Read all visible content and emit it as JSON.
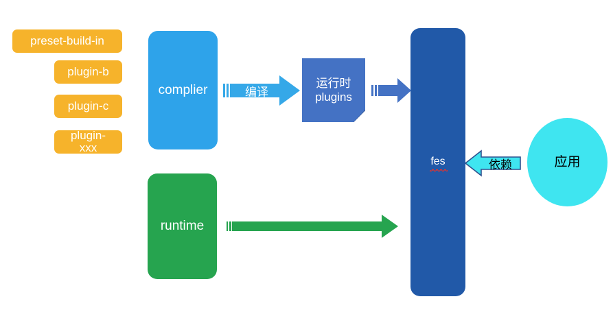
{
  "diagram": {
    "title": "fes architecture diagram",
    "colors": {
      "chip_orange": "#F6B32B",
      "complier_blue": "#2EA3EA",
      "runtime_green": "#26A44F",
      "fes_blue": "#2159A8",
      "plugins_blue": "#4472C4",
      "plugins_fold": "#2F528F",
      "ellipse_cyan": "#3FE5F0",
      "arrow_compile": "#35A8E8",
      "arrow_plugins": "#4472C4",
      "arrow_runtime": "#26A44F",
      "arrow_depend_fill": "#3FE5F0",
      "arrow_depend_stroke": "#2F528F",
      "spellcheck_red": "#E8322A"
    },
    "plugins": [
      {
        "id": "preset-build-in",
        "label": "preset-build-in"
      },
      {
        "id": "plugin-b",
        "label": "plugin-b"
      },
      {
        "id": "plugin-c",
        "label": "plugin-c"
      },
      {
        "id": "plugin-xxx",
        "label": "plugin-\nxxx",
        "line1": "plugin-",
        "line2": "xxx"
      }
    ],
    "nodes": {
      "complier": {
        "label": "complier"
      },
      "runtime": {
        "label": "runtime"
      },
      "runtime_plugins": {
        "line1": "运行时",
        "line2": "plugins"
      },
      "fes": {
        "label": "fes"
      },
      "application": {
        "label": "应用"
      }
    },
    "arrows": {
      "compile": {
        "label": "编译",
        "direction": "right"
      },
      "plugins_to_fes": {
        "label": "",
        "direction": "right"
      },
      "runtime_to_fes": {
        "label": "",
        "direction": "right"
      },
      "depend": {
        "label": "依赖",
        "direction": "left"
      }
    }
  }
}
